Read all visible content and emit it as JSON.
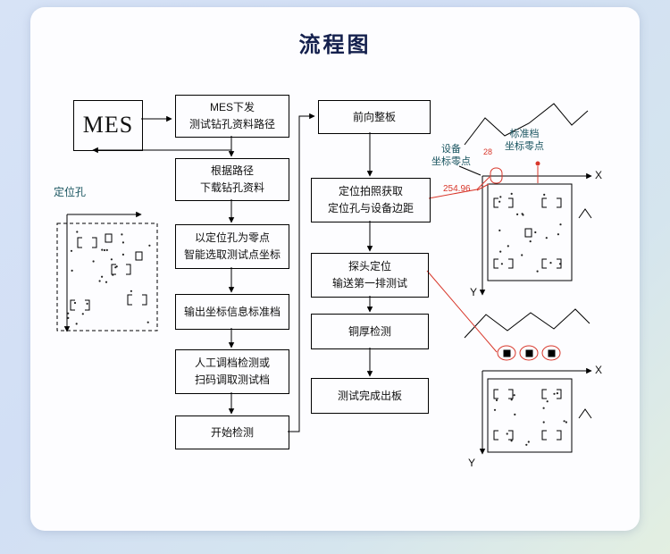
{
  "page": {
    "title": "流程图"
  },
  "colors": {
    "title_navy": "#14204d",
    "label_teal": "#1a5560",
    "annotation_red": "#d8362a"
  },
  "left_flow": {
    "mes": "MES",
    "boxes": [
      {
        "label": "MES下发\n测试钻孔资料路径"
      },
      {
        "label": "根据路径\n下载钻孔资料"
      },
      {
        "label": "以定位孔为零点\n智能选取测试点坐标"
      },
      {
        "label": "输出坐标信息标准档"
      },
      {
        "label": "人工调档检测或\n扫码调取测试档"
      },
      {
        "label": "开始检测"
      }
    ],
    "pcb_label": "定位孔"
  },
  "middle_flow": {
    "boxes": [
      {
        "label": "前向整板"
      },
      {
        "label": "定位拍照获取\n定位孔与设备边距"
      },
      {
        "label": "探头定位\n输送第一排测试"
      },
      {
        "label": "铜厚检测"
      },
      {
        "label": "测试完成出板"
      }
    ]
  },
  "right_diagrams": {
    "device_zero_label": "设备\n坐标零点",
    "standard_zero_label": "标准档\n坐标零点",
    "axis_x": "X",
    "axis_y": "Y",
    "measure_value": "254.96",
    "measure_small": "28"
  }
}
